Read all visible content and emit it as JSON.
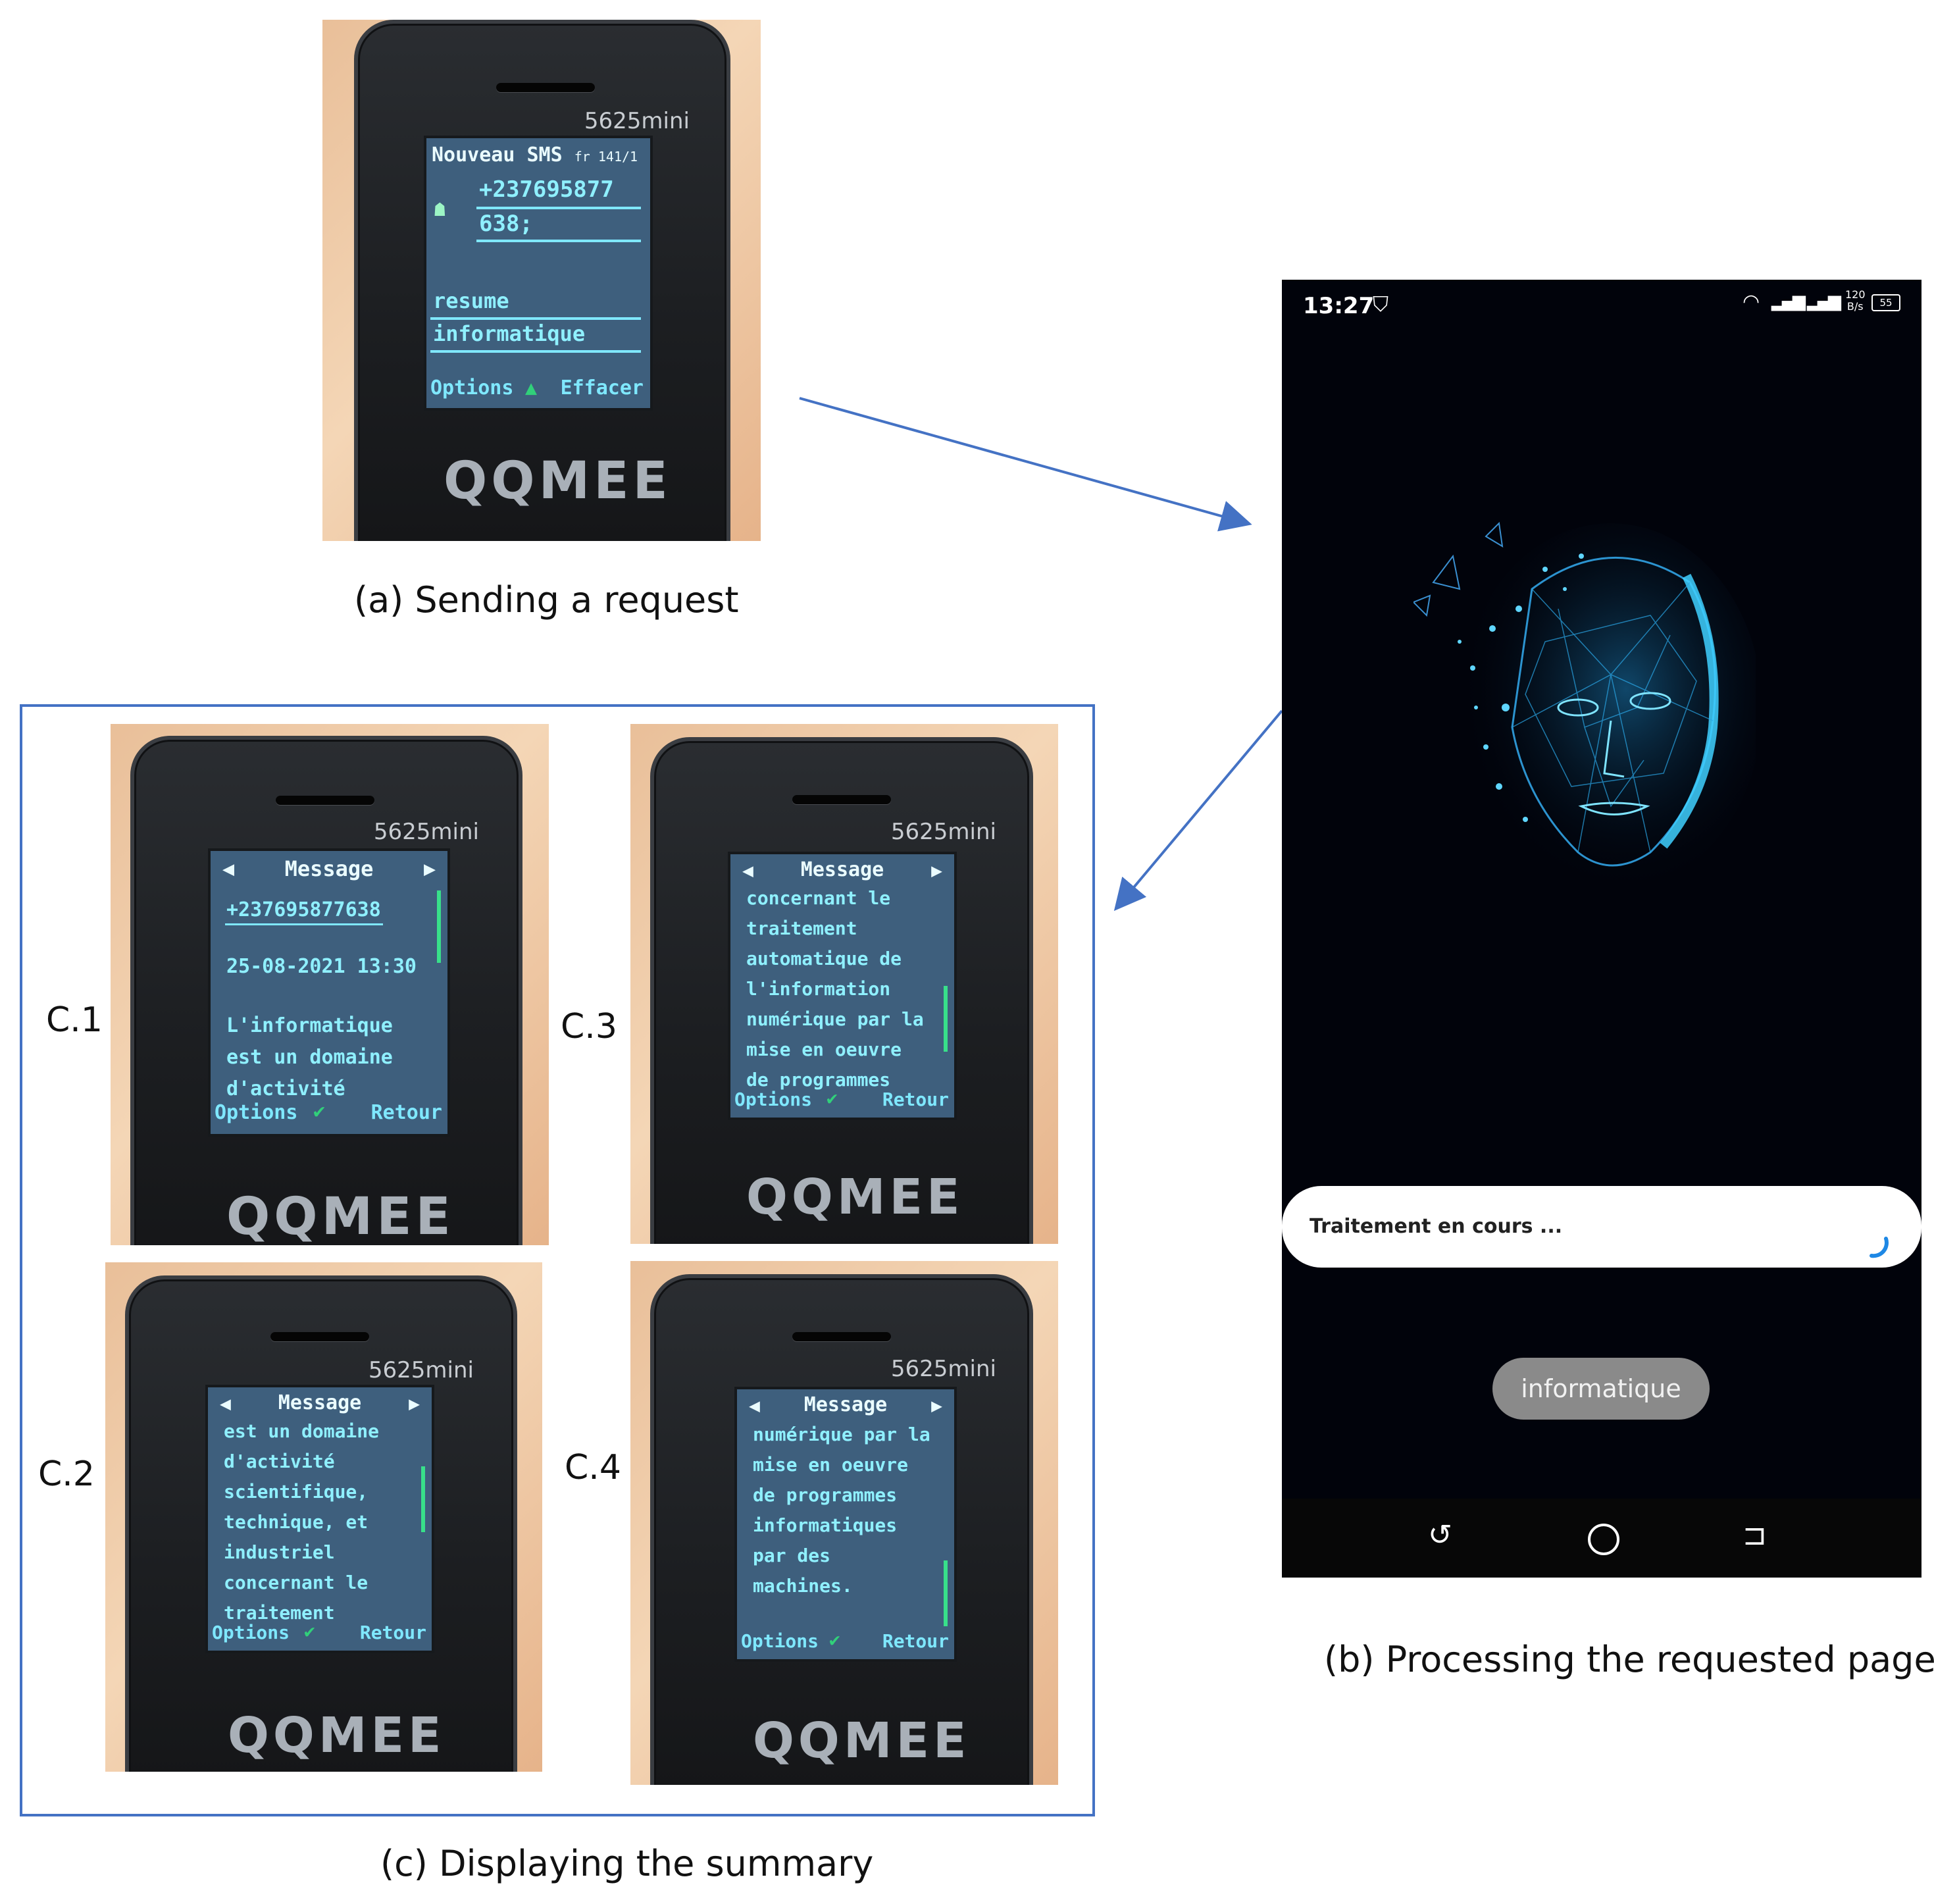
{
  "phone_a": {
    "model": "5625mini",
    "brand": "QQMEE",
    "title": "Nouveau SMS",
    "title_suffix": "fr 141/1",
    "recipient_line1": "+237695877",
    "recipient_line2": "638;",
    "body_line1": "resume",
    "body_line2": "informatique",
    "left_soft": "Options",
    "right_soft": "Effacer"
  },
  "caption_a": "(a) Sending a request",
  "smartphone": {
    "time": "13:27",
    "speed": "120",
    "speed_unit": "B/s",
    "battery": "55",
    "status_message": "Traitement en cours ...",
    "query_button": "informatique",
    "accent": "#1e88e5"
  },
  "caption_b": "(b) Processing the requested page",
  "summary": {
    "c1": {
      "label": "C.1",
      "model": "5625mini",
      "brand": "QQMEE",
      "header": "Message",
      "lines": [
        "+237695877638",
        "25-08-2021 13:30",
        "L'informatique",
        "est un domaine",
        "d'activité"
      ],
      "left_soft": "Options",
      "right_soft": "Retour"
    },
    "c3": {
      "label": "C.3",
      "model": "5625mini",
      "brand": "QQMEE",
      "header": "Message",
      "lines": [
        "concernant le",
        "traitement",
        "automatique de",
        "l'information",
        "numérique par la",
        "mise en oeuvre",
        "de programmes"
      ],
      "left_soft": "Options",
      "right_soft": "Retour"
    },
    "c2": {
      "label": "C.2",
      "model": "5625mini",
      "brand": "QQMEE",
      "header": "Message",
      "lines": [
        "est un domaine",
        "d'activité",
        "scientifique,",
        "technique, et",
        "industriel",
        "concernant le",
        "traitement"
      ],
      "left_soft": "Options",
      "right_soft": "Retour"
    },
    "c4": {
      "label": "C.4",
      "model": "5625mini",
      "brand": "QQMEE",
      "header": "Message",
      "lines": [
        "numérique par la",
        "mise en oeuvre",
        "de programmes",
        "informatiques",
        "par des",
        "machines."
      ],
      "left_soft": "Options",
      "right_soft": "Retour"
    }
  },
  "caption_c": "(c) Displaying the summary",
  "colors": {
    "arrow": "#4472c4",
    "frame": "#4472c4",
    "phone_screen": "#3e5f7d",
    "phone_text": "#8ff0ff"
  }
}
